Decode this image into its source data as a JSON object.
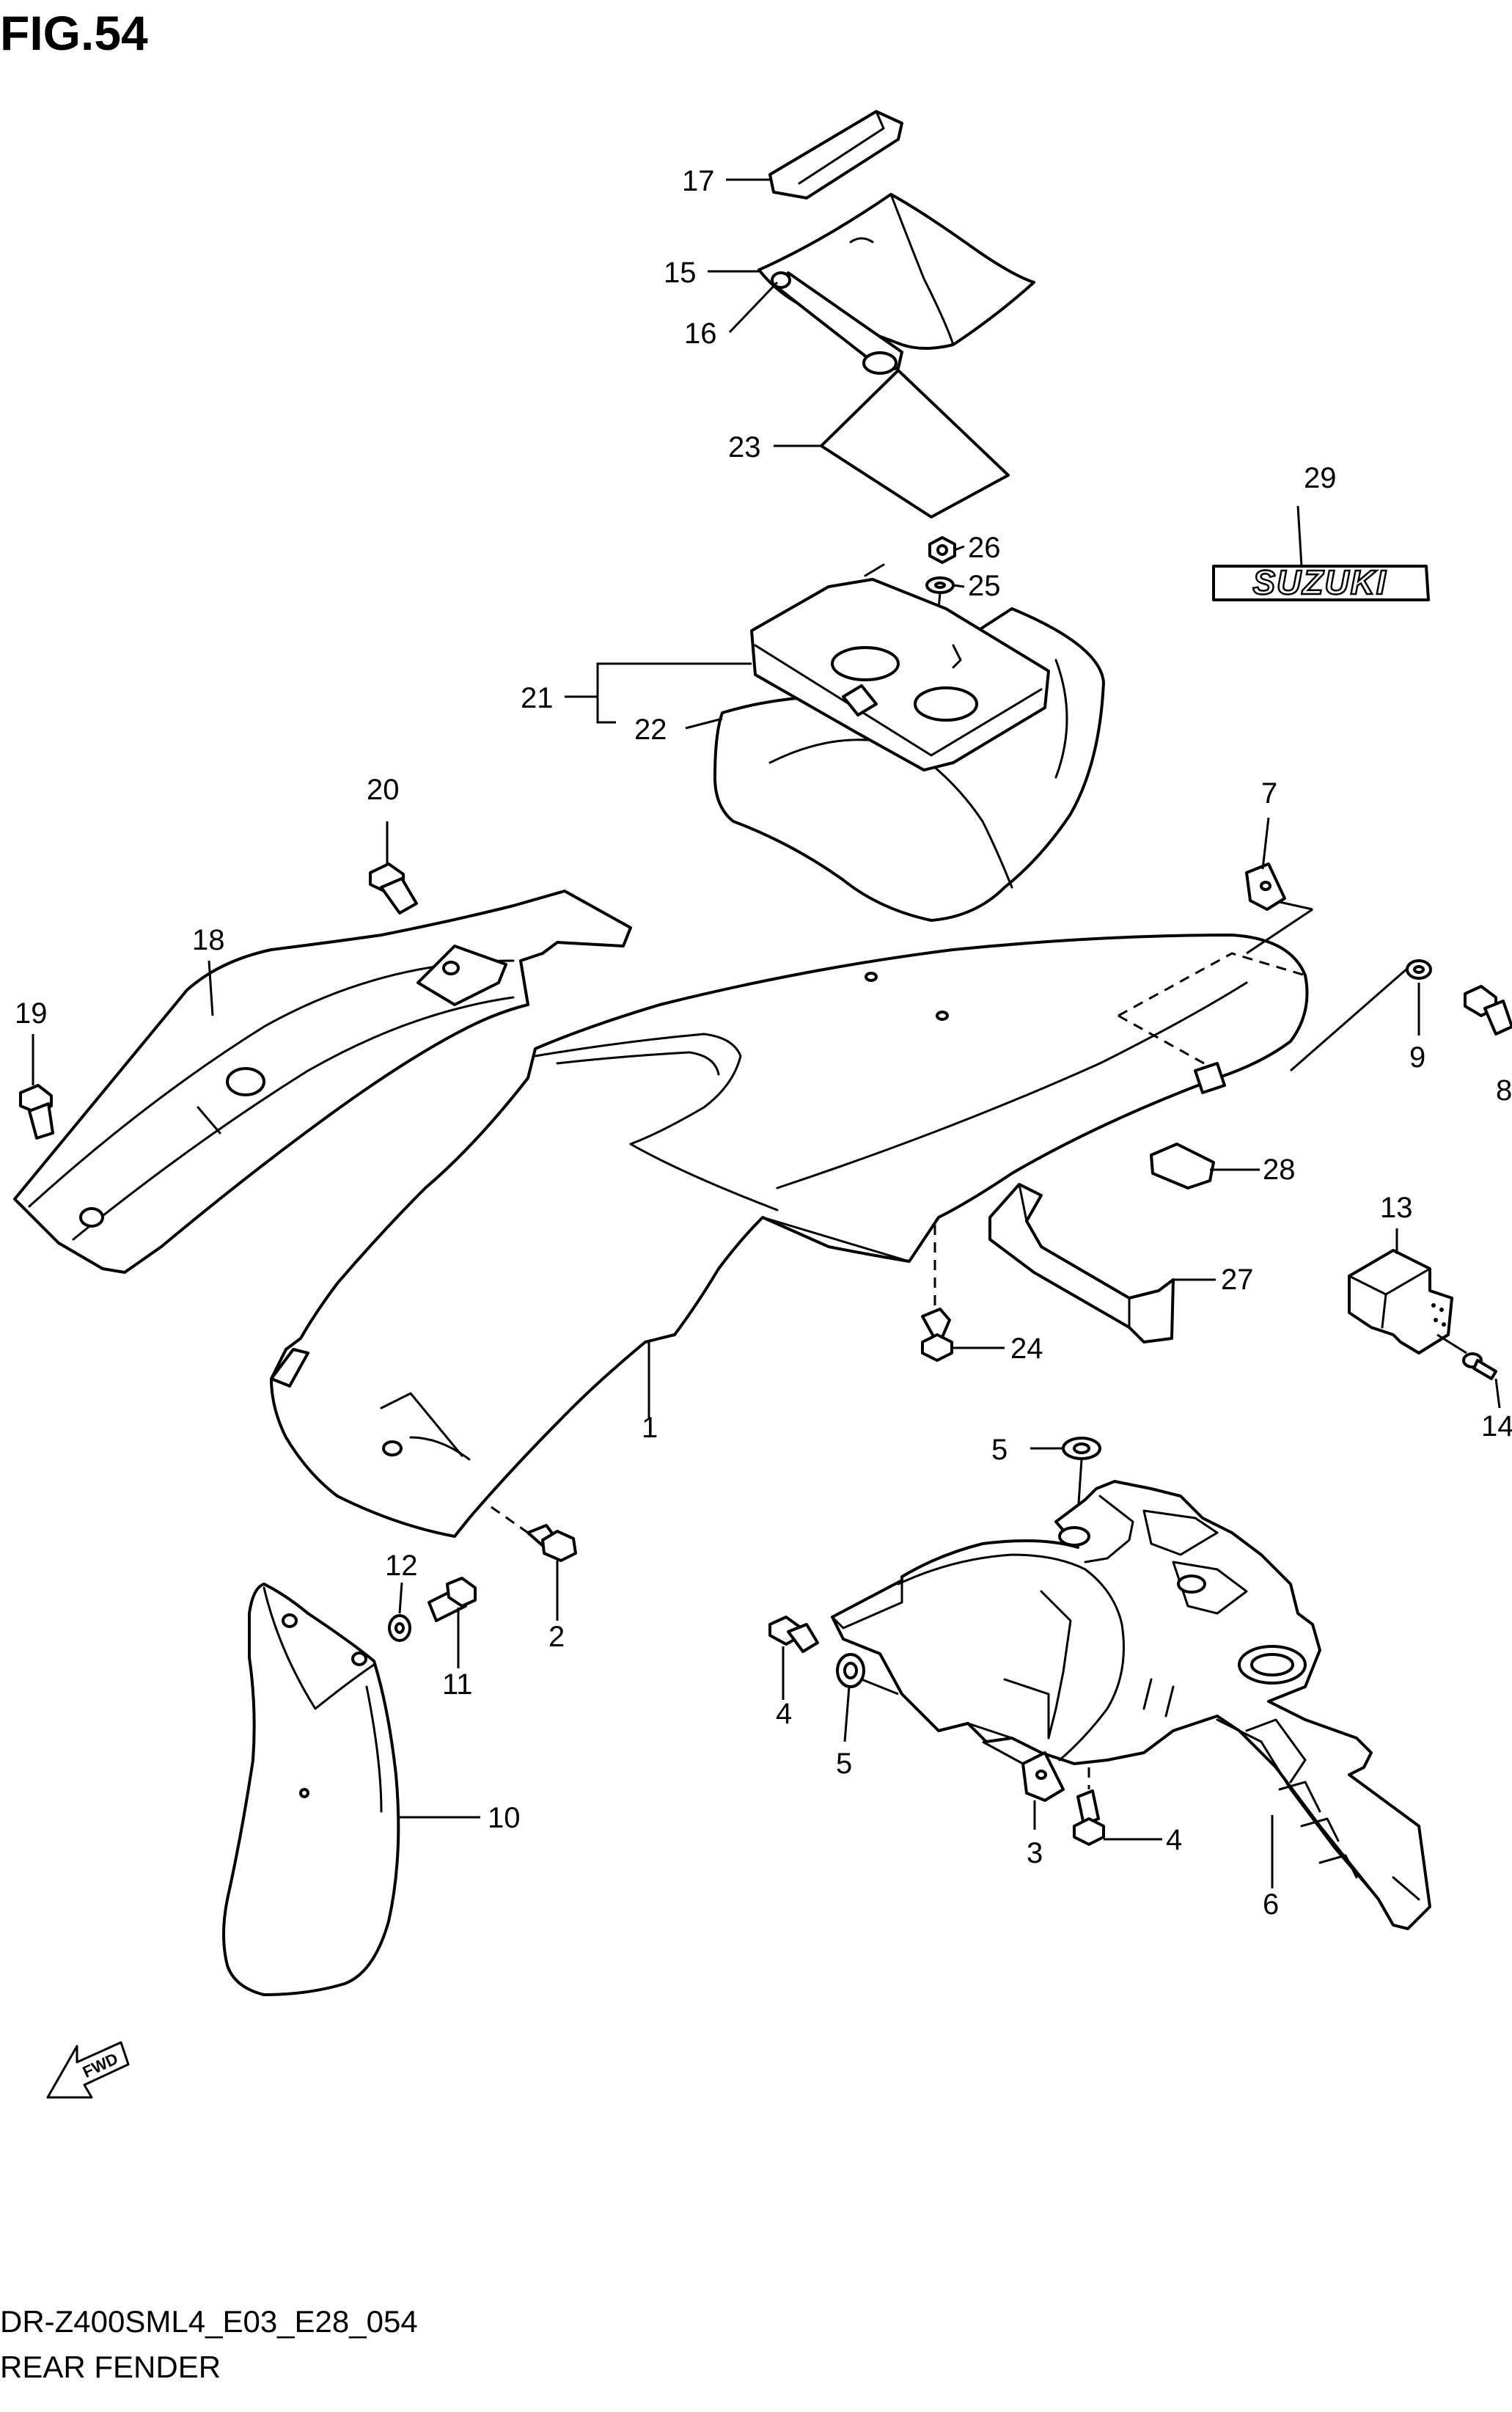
{
  "figure": {
    "title": "FIG.54",
    "code": "DR-Z400SML4_E03_E28_054",
    "name": "REAR FENDER"
  },
  "emblem": {
    "text": "SUZUKI"
  },
  "fwd_arrow": {
    "text": "FWD"
  },
  "callouts": [
    {
      "id": "c1",
      "label": "1"
    },
    {
      "id": "c2",
      "label": "2"
    },
    {
      "id": "c3",
      "label": "3"
    },
    {
      "id": "c4a",
      "label": "4"
    },
    {
      "id": "c4b",
      "label": "4"
    },
    {
      "id": "c5a",
      "label": "5"
    },
    {
      "id": "c5b",
      "label": "5"
    },
    {
      "id": "c6",
      "label": "6"
    },
    {
      "id": "c7",
      "label": "7"
    },
    {
      "id": "c8",
      "label": "8"
    },
    {
      "id": "c9",
      "label": "9"
    },
    {
      "id": "c10",
      "label": "10"
    },
    {
      "id": "c11",
      "label": "11"
    },
    {
      "id": "c12",
      "label": "12"
    },
    {
      "id": "c13",
      "label": "13"
    },
    {
      "id": "c14",
      "label": "14"
    },
    {
      "id": "c15",
      "label": "15"
    },
    {
      "id": "c16",
      "label": "16"
    },
    {
      "id": "c17",
      "label": "17"
    },
    {
      "id": "c18",
      "label": "18"
    },
    {
      "id": "c19",
      "label": "19"
    },
    {
      "id": "c20",
      "label": "20"
    },
    {
      "id": "c21",
      "label": "21"
    },
    {
      "id": "c22",
      "label": "22"
    },
    {
      "id": "c23",
      "label": "23"
    },
    {
      "id": "c24",
      "label": "24"
    },
    {
      "id": "c25",
      "label": "25"
    },
    {
      "id": "c26",
      "label": "26"
    },
    {
      "id": "c27",
      "label": "27"
    },
    {
      "id": "c28",
      "label": "28"
    },
    {
      "id": "c29",
      "label": "29"
    }
  ]
}
